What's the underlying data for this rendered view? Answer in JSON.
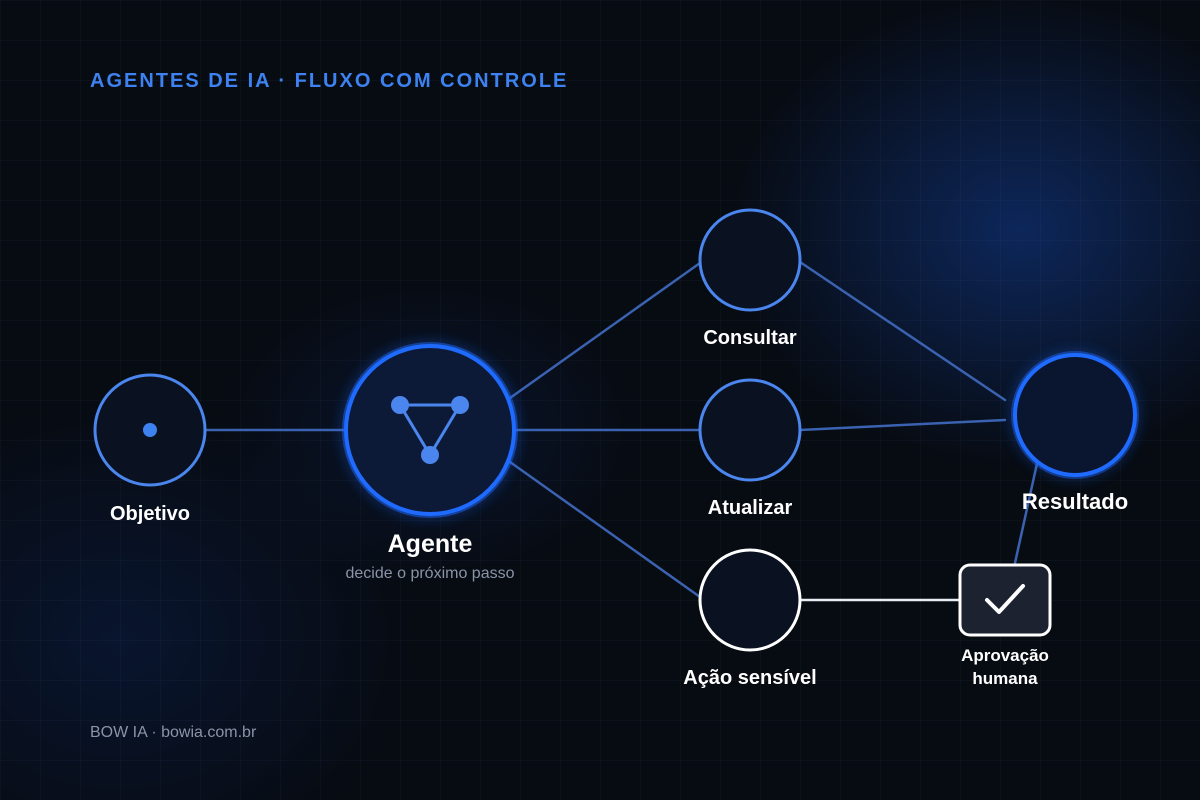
{
  "header": {
    "eyebrow": "AGENTES DE IA · FLUXO COM CONTROLE"
  },
  "nodes": {
    "objetivo": {
      "label": "Objetivo"
    },
    "agente": {
      "label": "Agente",
      "sublabel": "decide o próximo passo"
    },
    "consultar": {
      "label": "Consultar"
    },
    "atualizar": {
      "label": "Atualizar"
    },
    "acao_sensivel": {
      "label": "Ação sensível"
    },
    "aprovacao": {
      "label_line1": "Aprovação",
      "label_line2": "humana"
    },
    "resultado": {
      "label": "Resultado"
    }
  },
  "icons": {
    "agente": "network-triangle-icon",
    "aprovacao": "checkmark-icon",
    "objetivo": "dot-icon"
  },
  "footer": {
    "credit": "BOW IA · bowia.com.br"
  },
  "colors": {
    "background": "#070b12",
    "accent": "#3d82f0",
    "accent_strong": "#1f6bff",
    "connector": "#3a62b0",
    "white": "#ffffff",
    "muted": "#8a94a6"
  }
}
